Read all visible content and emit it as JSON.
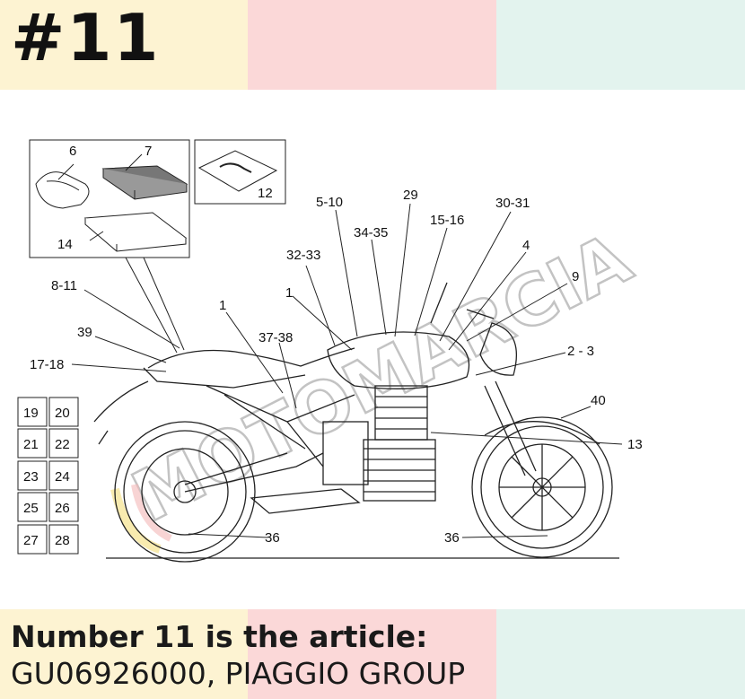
{
  "header": {
    "title": "#11"
  },
  "watermark": {
    "text": "MOTOMARCIA"
  },
  "diagram": {
    "callouts": [
      "6",
      "7",
      "12",
      "14",
      "8-11",
      "39",
      "17-18",
      "1",
      "1",
      "32-33",
      "5-10",
      "34-35",
      "29",
      "15-16",
      "30-31",
      "4",
      "9",
      "2 - 3",
      "37-38",
      "40",
      "13",
      "36",
      "36"
    ],
    "grid": [
      "19",
      "20",
      "21",
      "22",
      "23",
      "24",
      "25",
      "26",
      "27",
      "28"
    ]
  },
  "caption": {
    "line1": "Number 11 is the article:",
    "line2": "GU06926000, PIAGGIO GROUP"
  },
  "colors": {
    "band_yellow": "#fdf3d2",
    "band_pink": "#fbd8d8",
    "band_mint": "#e3f3ee"
  }
}
